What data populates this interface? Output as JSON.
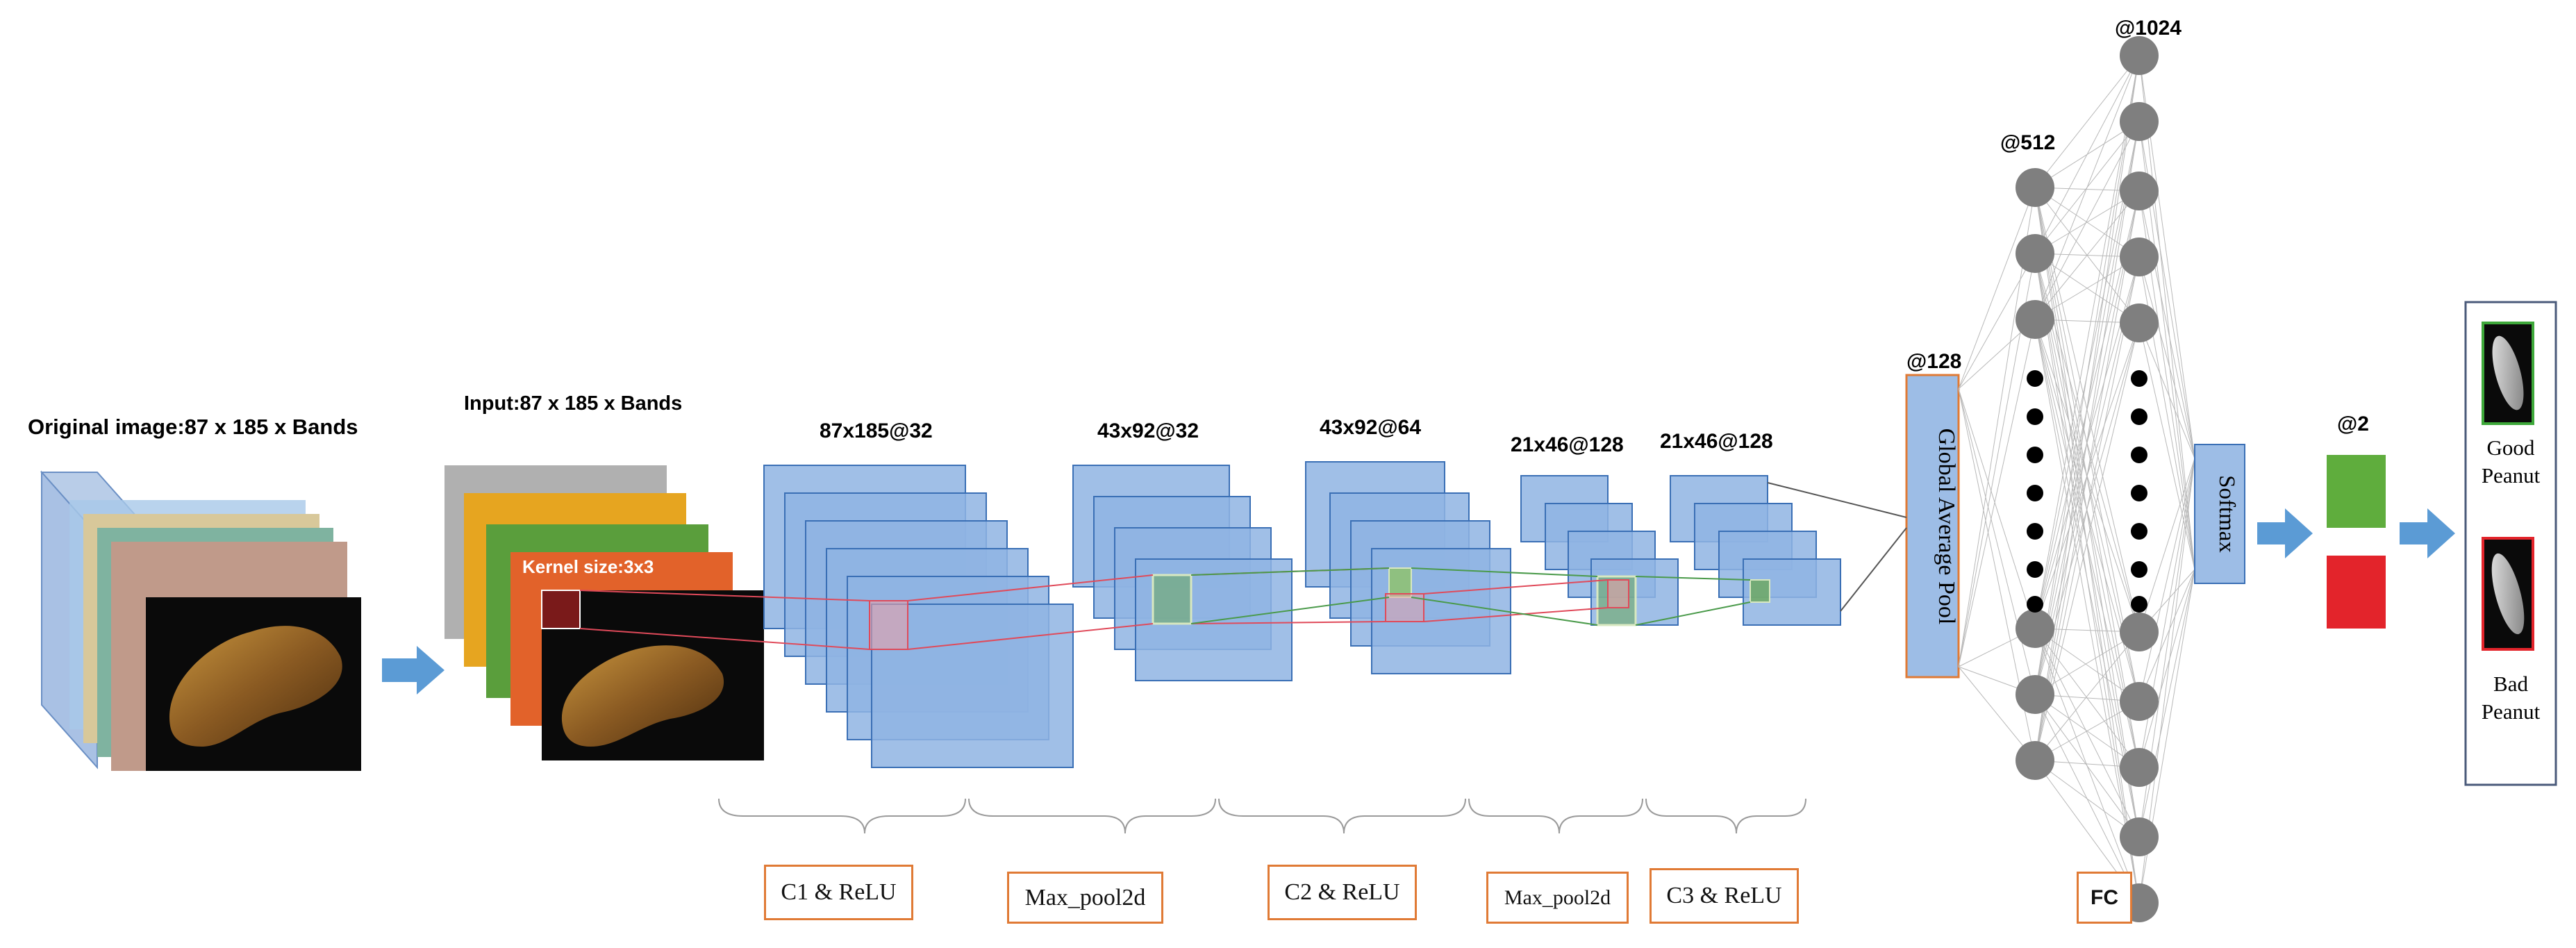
{
  "input": {
    "original_label": "Original image:87 x 185 x Bands",
    "input_label": "Input:87 x 185 x Bands",
    "kernel_label": "Kernel size:3x3"
  },
  "feature_maps": {
    "c1": "87x185@32",
    "p1": "43x92@32",
    "c2": "43x92@64",
    "p2": "21x46@128",
    "c3": "21x46@128"
  },
  "stages": {
    "c1": "C1 & ReLU",
    "pool1": "Max_pool2d",
    "c2": "C2 & ReLU",
    "pool2": "Max_pool2d",
    "c3": "C3 & ReLU",
    "fc": "FC"
  },
  "gap": {
    "count": "@128",
    "label": "Global Average Pool"
  },
  "fc_layers": {
    "layer1_count": "@512",
    "layer2_count": "@1024"
  },
  "softmax": {
    "label": "Softmax"
  },
  "output": {
    "count": "@2",
    "good": "Good Peanut",
    "good_line1": "Good",
    "good_line2": "Peanut",
    "bad": "Bad Peanut",
    "bad_line1": "Bad",
    "bad_line2": "Peanut"
  },
  "colors": {
    "map_fill": "#8fb4e3",
    "map_stroke": "#3a6fb5",
    "accent_orange": "#e07a35",
    "node_gray": "#7f7f7f",
    "good_green": "#5fad3d",
    "bad_red": "#e3242b",
    "arrow_blue": "#5b9bd5"
  }
}
